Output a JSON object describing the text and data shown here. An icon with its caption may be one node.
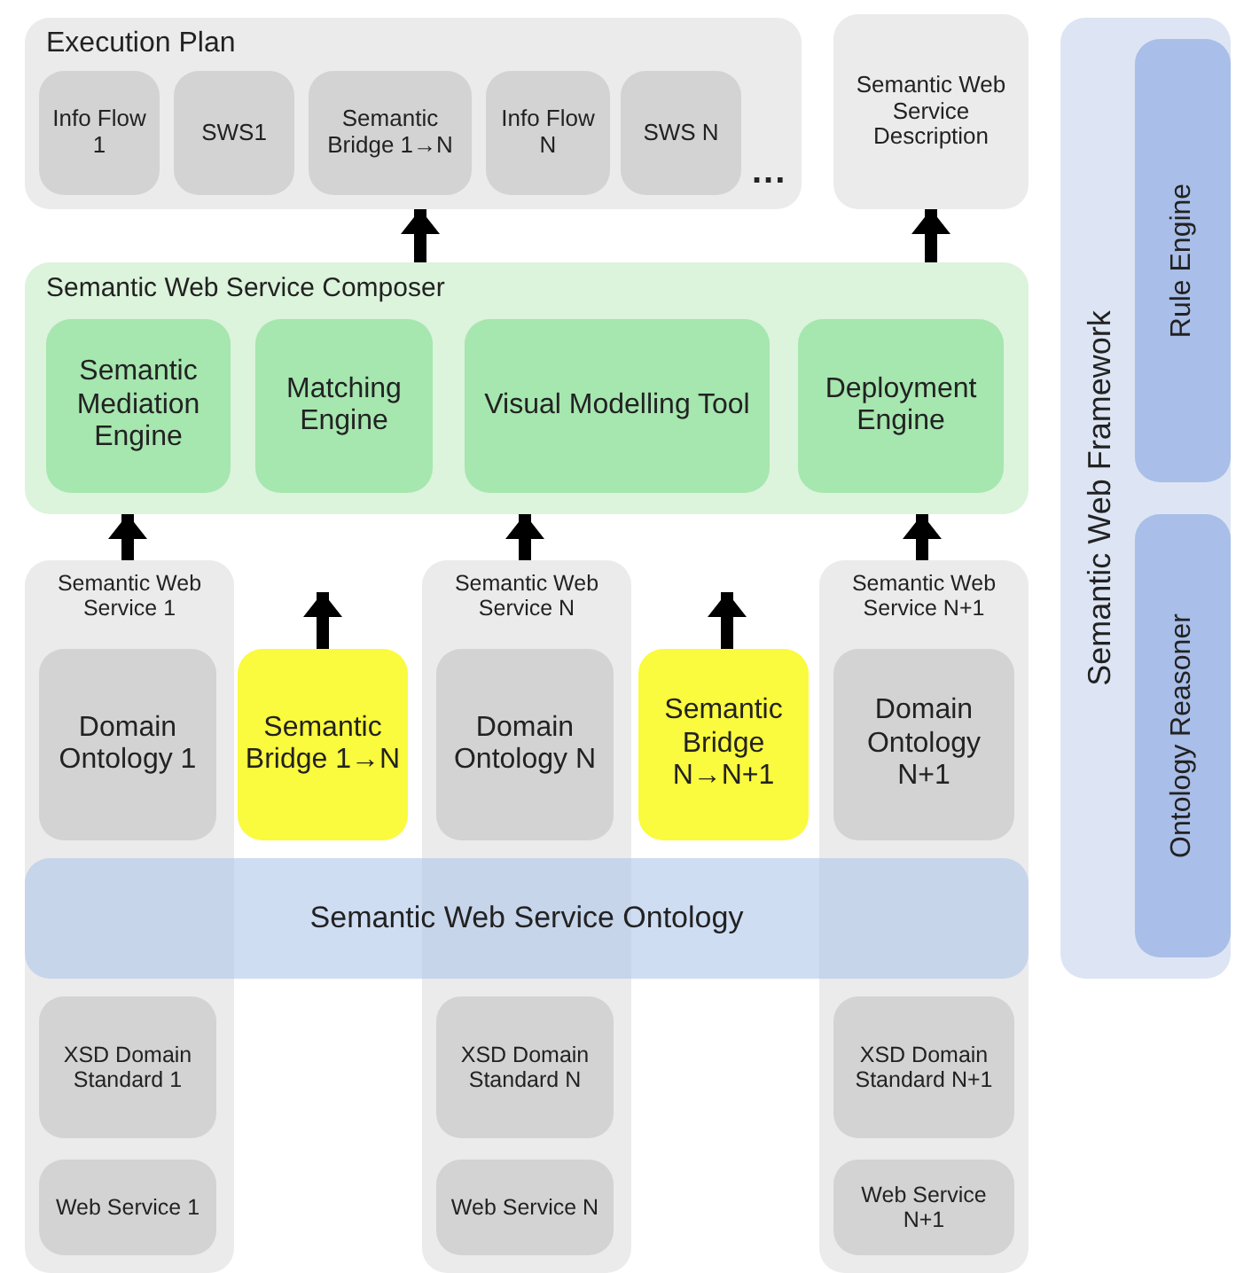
{
  "diagram": {
    "nodes": [
      {
        "text": [
          "Execution Plan"
        ]
      },
      {
        "text": [
          "Info Flow 1"
        ],
        "in": 0
      },
      {
        "text": [
          "SWS1"
        ],
        "in": 0
      },
      {
        "text": [
          "Semantic Bridge 1→N"
        ],
        "in": 0
      },
      {
        "text": [
          "Info Flow N"
        ],
        "in": 0
      },
      {
        "text": [
          "SWS N"
        ],
        "in": 0
      },
      {
        "text": [
          "Semantic Web Service Description"
        ]
      },
      {
        "text": [
          "Semantic Web Service Composer"
        ]
      },
      {
        "text": [
          "Semantic Mediation Engine"
        ],
        "in": 7
      },
      {
        "text": [
          "Matching Engine"
        ],
        "in": 7
      },
      {
        "text": [
          "Visual Modelling Tool"
        ],
        "in": 7
      },
      {
        "text": [
          "Deployment Engine"
        ],
        "in": 7
      },
      {
        "text": [
          "Semantic Web Service 1"
        ]
      },
      {
        "text": [
          "Domain Ontology 1"
        ],
        "in": 12
      },
      {
        "text": [
          "Semantic Bridge 1→N"
        ]
      },
      {
        "text": [
          "Semantic Web Service N"
        ]
      },
      {
        "text": [
          "Domain Ontology N"
        ],
        "in": 15
      },
      {
        "text": [
          "Semantic Bridge N→N+1"
        ]
      },
      {
        "text": [
          "Semantic Web Service N+1"
        ]
      },
      {
        "text": [
          "Domain Ontology N+1"
        ],
        "in": 18
      },
      {
        "text": [
          "Semantic Web Service Ontology"
        ]
      },
      {
        "text": [
          "XSD Domain Standard 1"
        ],
        "in": 12
      },
      {
        "text": [
          "Web Service 1"
        ],
        "in": 12
      },
      {
        "text": [
          "XSD Domain Standard N"
        ],
        "in": 15
      },
      {
        "text": [
          "Web Service N"
        ],
        "in": 15
      },
      {
        "text": [
          "XSD Domain Standard N+1"
        ],
        "in": 18
      },
      {
        "text": [
          "Web Service N+1"
        ],
        "in": 18
      },
      {
        "text": [
          "Semantic Web Framework"
        ]
      },
      {
        "text": [
          "Rule Engine"
        ],
        "in": 27
      },
      {
        "text": [
          "Ontology Reasoner"
        ],
        "in": 27
      }
    ],
    "edges": [
      {
        "from": 7,
        "to": 0,
        "arrow": "to"
      },
      {
        "from": 7,
        "to": 6,
        "arrow": "to"
      },
      {
        "from": 12,
        "to": 7,
        "arrow": "to"
      },
      {
        "from": 15,
        "to": 7,
        "arrow": "to"
      },
      {
        "from": 18,
        "to": 7,
        "arrow": "to"
      },
      {
        "from": 14,
        "to": null,
        "arrow": "to"
      },
      {
        "from": 17,
        "to": null,
        "arrow": "to"
      }
    ],
    "labels": [
      "..."
    ]
  }
}
